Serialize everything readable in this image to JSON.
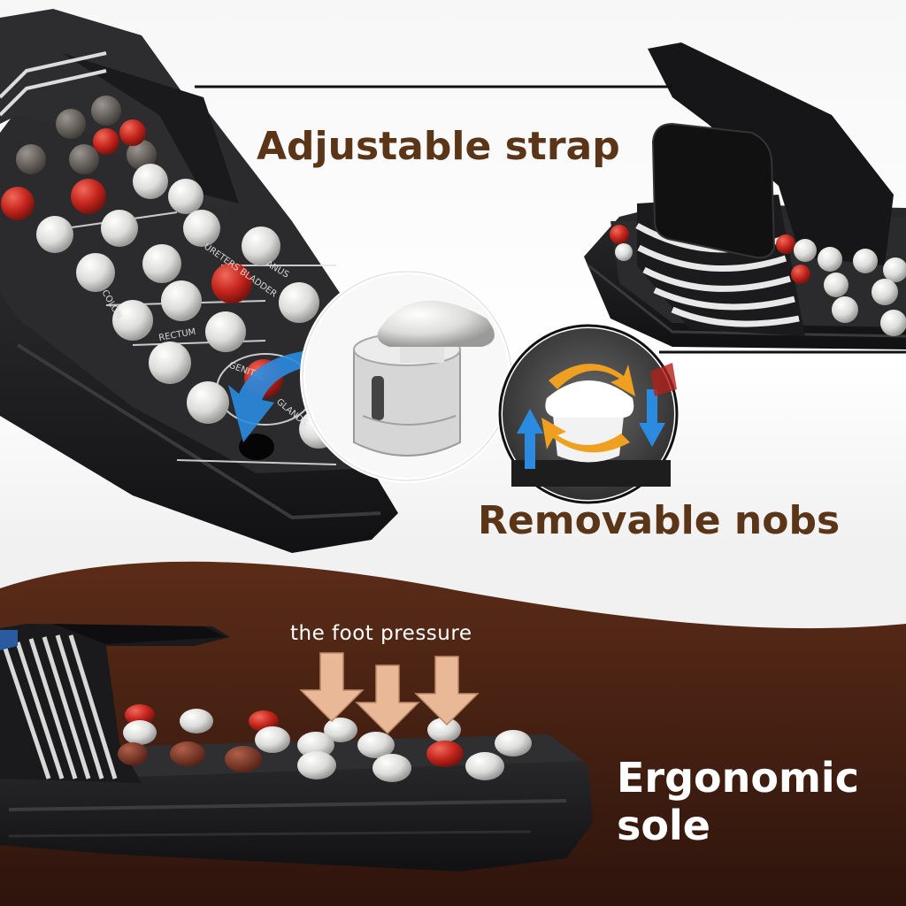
{
  "labels": {
    "strap": "Adjustable strap",
    "nobs": "Removable nobs",
    "pressure": "the foot pressure",
    "sole_line1": "Ergonomic",
    "sole_line2": "sole"
  },
  "insole_texts": [
    "GENITAL",
    "GLANDS",
    "RECTUM",
    "ANUS",
    "COLON",
    "URETERS BLADDER"
  ],
  "colors": {
    "label_brown": "#5a3517",
    "band_brown": "#4a2414",
    "sole_black": "#1c1c1e",
    "nub_white": "#e8e8e6",
    "nub_red": "#c4241c",
    "arrow_blue": "#2a8be0",
    "arrow_orange": "#f0a020",
    "arrow_peach": "#e9b896"
  },
  "icons": [
    "curved-arrow-icon",
    "rotate-arrows-icon",
    "up-arrow-icon",
    "down-arrow-icon",
    "pressure-arrow-icon"
  ]
}
